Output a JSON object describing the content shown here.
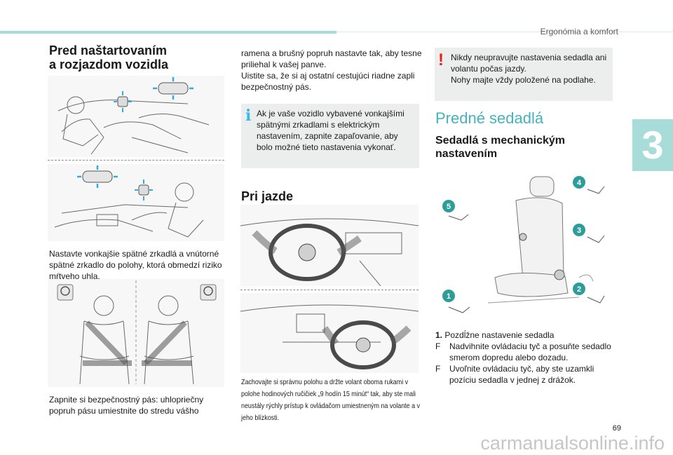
{
  "header": {
    "section_title": "Ergonómia a komfort",
    "chapter_number": "3"
  },
  "col1": {
    "title_line1": "Pred naštartovaním",
    "title_line2": "a rozjazdom vozidla",
    "mirror_text": "Nastavte vonkajšie spätné zrkadlá a vnútorné spätné zrkadlo do polohy, ktorá obmedzí riziko mŕtveho uhla.",
    "belt_text": "Zapnite si bezpečnostný pás: uhlopriečny popruh pásu umiestnite do stredu vášho"
  },
  "col2": {
    "continued_text": "ramena a brušný popruh nastavte tak, aby tesne priliehal k vašej panve.\nUistite sa, že si aj ostatní cestujúci riadne zapli bezpečnostný pás.",
    "info_icon": "i",
    "info_text": "Ak je vaše vozidlo vybavené vonkajšími spätnými zrkadlami s elektrickým nastavením, zapnite zapaľovanie, aby bolo možné tieto nastavenia vykonať.",
    "section_title": "Pri jazde",
    "caption": "Zachovajte si správnu polohu a držte volant oboma rukami v polohe hodinových ručičiek „9 hodín 15 minút“ tak, aby ste mali neustály rýchly prístup k ovládačom umiestneným na volante a v jeho blízkosti."
  },
  "col3": {
    "warning_icon": "!",
    "warning_text": "Nikdy neupravujte nastavenia sedadla ani volantu počas jazdy.\nNohy majte vždy položené na podlahe.",
    "heading": "Predné sedadlá",
    "subheading_line1": "Sedadlá s mechanickým",
    "subheading_line2": "nastavením",
    "seat_badges": [
      "1",
      "2",
      "3",
      "4",
      "5"
    ],
    "item_number": "1.",
    "item_title": "Pozdĺžne nastavenie sedadla",
    "bullet_symbol": "F",
    "bullets": [
      "Nadvihnite ovládaciu tyč a posuňte sedadlo smerom dopredu alebo dozadu.",
      "Uvoľnite ovládaciu tyč, aby ste uzamkli pozíciu sedadla v jednej z drážok."
    ]
  },
  "footer": {
    "page_number": "69",
    "watermark": "carmanualsonline.info"
  },
  "colors": {
    "accent_teal": "#a8dcd9",
    "heading_teal": "#44b3bd",
    "info_blue": "#37b8e6",
    "warning_red": "#e2231a",
    "badge_green": "#2e9d9a"
  },
  "icons": [
    "info-icon",
    "warning-icon",
    "mirror-adjust-icon",
    "seat-adjust-icon",
    "steering-wheel-icon"
  ]
}
